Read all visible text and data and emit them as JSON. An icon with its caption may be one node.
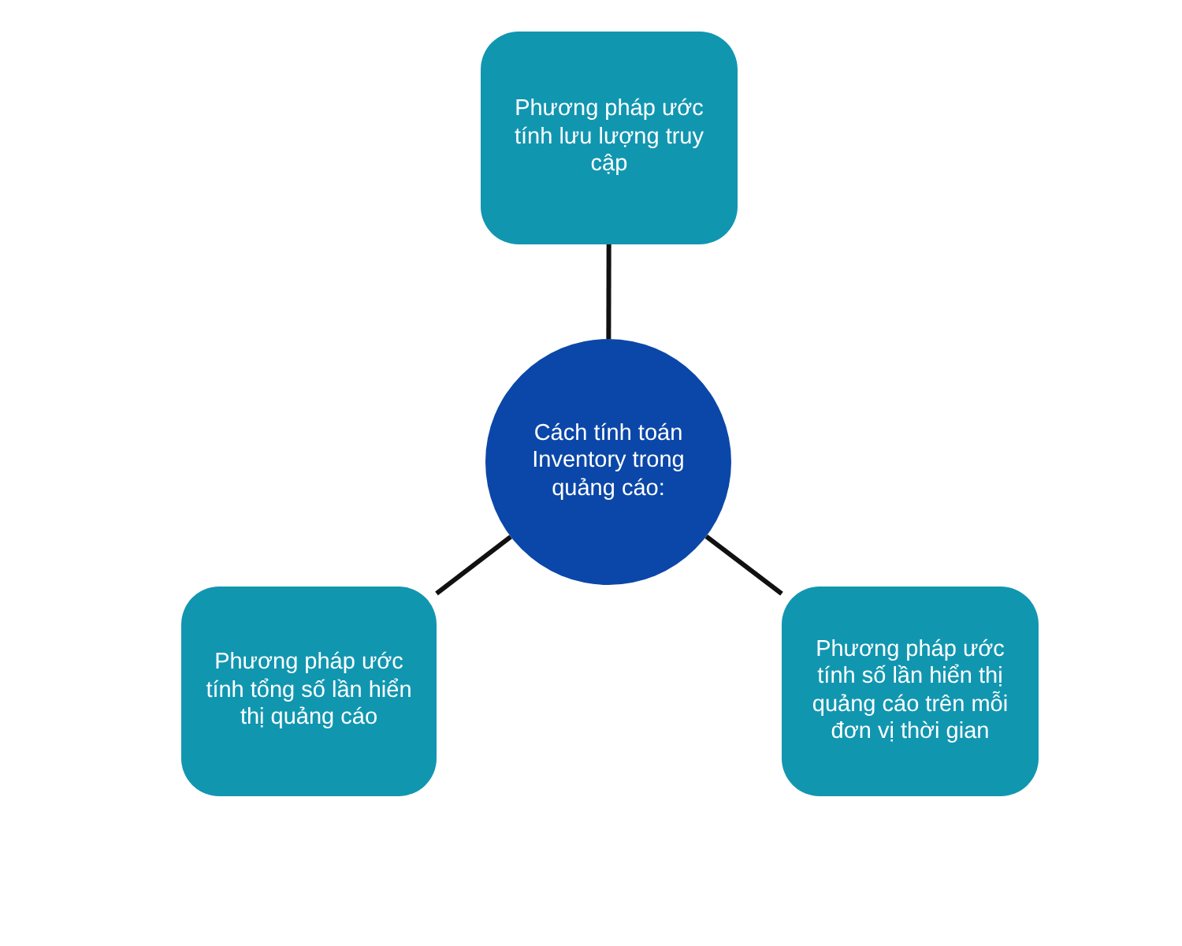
{
  "diagram": {
    "nodes": [
      {
        "text": [
          "Phương pháp ước tính lưu lượng truy cập"
        ]
      },
      {
        "text": [
          "Cách tính toán Inventory trong quảng cáo:"
        ]
      },
      {
        "text": [
          "Phương pháp ước tính tổng số lần hiển thị quảng cáo"
        ]
      },
      {
        "text": [
          "Phương pháp ước tính số lần hiển thị quảng cáo trên mỗi đơn vị thời gian"
        ]
      }
    ],
    "edges": [
      {
        "from": 1,
        "to": 0,
        "arrow": "none"
      },
      {
        "from": 1,
        "to": 2,
        "arrow": "none"
      },
      {
        "from": 1,
        "to": 3,
        "arrow": "none"
      }
    ]
  }
}
